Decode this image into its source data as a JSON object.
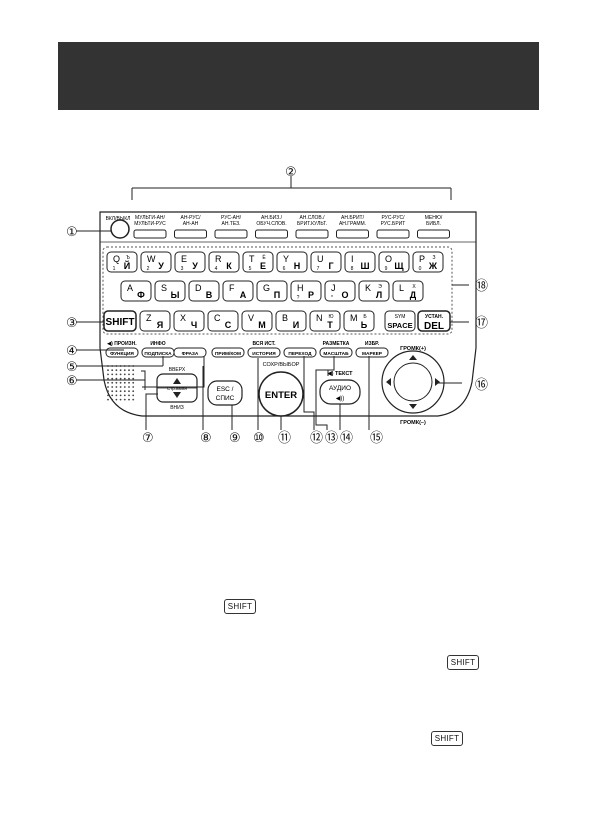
{
  "power_label": "ВКЛ/ВЫКЛ",
  "top_buttons": [
    {
      "l1": "МУЛЬТИ-АН/",
      "l2": "МУЛЬТИ-РУС"
    },
    {
      "l1": "АН-РУС/",
      "l2": "АН-АН"
    },
    {
      "l1": "РУС-АН/",
      "l2": "АН.ТЕЗ."
    },
    {
      "l1": "АН.БИЗ./",
      "l2": "ОБУЧ.СЛОВ."
    },
    {
      "l1": "АН.СЛОВ./",
      "l2": "БРИТ.КУЛЬТ."
    },
    {
      "l1": "АН.БРИТ/",
      "l2": "АН.ГРАММ."
    },
    {
      "l1": "РУС-РУС/",
      "l2": "РУС.БРИТ"
    },
    {
      "l1": "МЕНЮ/",
      "l2": "БИБЛ."
    }
  ],
  "keys_row1": [
    {
      "lat": "Q",
      "cyr": "Й",
      "num": "1",
      "sub": "Ъ"
    },
    {
      "lat": "W",
      "cyr": "У",
      "num": "2",
      "sub": ""
    },
    {
      "lat": "E",
      "cyr": "У",
      "num": "3",
      "sub": ""
    },
    {
      "lat": "R",
      "cyr": "К",
      "num": "4",
      "sub": ""
    },
    {
      "lat": "T",
      "cyr": "Е",
      "num": "5",
      "sub": "Ё"
    },
    {
      "lat": "Y",
      "cyr": "Н",
      "num": "6",
      "sub": ""
    },
    {
      "lat": "U",
      "cyr": "Г",
      "num": "7",
      "sub": ""
    },
    {
      "lat": "I",
      "cyr": "Ш",
      "num": "8",
      "sub": ""
    },
    {
      "lat": "O",
      "cyr": "Щ",
      "num": "9",
      "sub": ""
    },
    {
      "lat": "P",
      "cyr": "Ж",
      "num": "0",
      "sub": "З"
    }
  ],
  "keys_row2": [
    {
      "lat": "A",
      "cyr": "Ф"
    },
    {
      "lat": "S",
      "cyr": "Ы"
    },
    {
      "lat": "D",
      "cyr": "В"
    },
    {
      "lat": "F",
      "cyr": "А"
    },
    {
      "lat": "G",
      "cyr": "П"
    },
    {
      "lat": "H",
      "cyr": "Р",
      "num": "?"
    },
    {
      "lat": "J",
      "cyr": "О",
      "num": "*"
    },
    {
      "lat": "K",
      "cyr": "Л",
      "sub": "Э"
    },
    {
      "lat": "L",
      "cyr": "Д",
      "sub": "Х"
    }
  ],
  "keys_row3": [
    {
      "lat": "Z",
      "cyr": "Я"
    },
    {
      "lat": "X",
      "cyr": "Ч"
    },
    {
      "lat": "C",
      "cyr": "С"
    },
    {
      "lat": "V",
      "cyr": "М"
    },
    {
      "lat": "B",
      "cyr": "И"
    },
    {
      "lat": "N",
      "cyr": "Т",
      "sub": "Ю"
    },
    {
      "lat": "M",
      "cyr": "Ь",
      "sub": "Б"
    }
  ],
  "keys": {
    "shift": "SHIFT",
    "sym": "SYM",
    "space": "SPACE",
    "ustan": "УСТАН.",
    "del": "DEL",
    "enter": "ENTER",
    "esc_top": "ESC /",
    "esc_bottom": "СПИС",
    "audio_top": "АУДИО",
    "audio_icon": "◀))",
    "tekst": "◀) ТЕКСТ",
    "vverh": "ВВЕРХ",
    "vniz": "ВНИЗ",
    "page_key": "Стр.вв/вн",
    "vol_up": "ГРОМК(+)",
    "vol_down": "ГРОМК(–)",
    "sokhr": "СОХР/ВЫБОР"
  },
  "func_keys": [
    {
      "top": "◀) ПРОИЗН.",
      "label": "ФУНКЦИЯ"
    },
    {
      "top": "ИНФО",
      "label": "ПОДПИСКА"
    },
    {
      "top": "",
      "label": "ФРАЗА"
    },
    {
      "top": "",
      "label": "ПРИМ/КОМ"
    },
    {
      "top": "ВСЯ ИСТ.",
      "label": "ИСТОРИЯ"
    },
    {
      "top": "",
      "label": "ПЕРЕХОД"
    },
    {
      "top": "РАЗМЕТКА",
      "label": "МАСШТАБ"
    },
    {
      "top": "ИЗБР.",
      "label": "МАРКЕР"
    }
  ],
  "callouts": [
    "①",
    "②",
    "③",
    "④",
    "⑤",
    "⑥",
    "⑦",
    "⑧",
    "⑨",
    "⑩",
    "⑪",
    "⑫",
    "⑬",
    "⑭",
    "⑮",
    "⑯",
    "⑰",
    "⑱"
  ],
  "shift_badges": [
    "SHIFT",
    "SHIFT",
    "SHIFT"
  ]
}
